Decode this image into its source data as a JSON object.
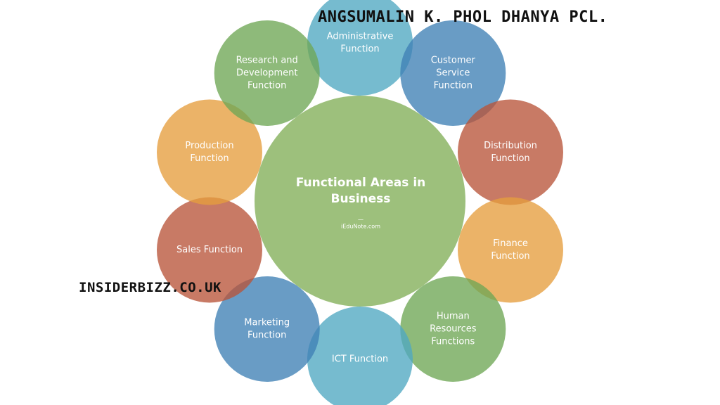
{
  "watermarks": {
    "top": "ANGSUMALIN K. PHOL DHANYA PCL.",
    "left": "INSIDERBIZZ.CO.UK"
  },
  "center": {
    "title_lines": [
      "Functional Areas in",
      "Business"
    ],
    "mark": "—",
    "credit": "iEduNote.com",
    "color": "#88b25f"
  },
  "nodes": [
    {
      "id": "administrative",
      "lines": [
        "Administrative",
        "Function"
      ],
      "color": "#4fa8c2"
    },
    {
      "id": "customer-service",
      "lines": [
        "Customer",
        "Service",
        "Function"
      ],
      "color": "#3f80b5"
    },
    {
      "id": "distribution",
      "lines": [
        "Distribution",
        "Function"
      ],
      "color": "#b8543a"
    },
    {
      "id": "finance",
      "lines": [
        "Finance",
        "Function"
      ],
      "color": "#e59e3e"
    },
    {
      "id": "human-resources",
      "lines": [
        "Human",
        "Resources",
        "Functions"
      ],
      "color": "#6ea654"
    },
    {
      "id": "ict",
      "lines": [
        "ICT Function"
      ],
      "color": "#4fa8c2"
    },
    {
      "id": "marketing",
      "lines": [
        "Marketing",
        "Function"
      ],
      "color": "#3f80b5"
    },
    {
      "id": "sales",
      "lines": [
        "Sales Function"
      ],
      "color": "#b8543a"
    },
    {
      "id": "production",
      "lines": [
        "Production",
        "Function"
      ],
      "color": "#e59e3e"
    },
    {
      "id": "research",
      "lines": [
        "Research and",
        "Development",
        "Function"
      ],
      "color": "#6ea654"
    }
  ]
}
